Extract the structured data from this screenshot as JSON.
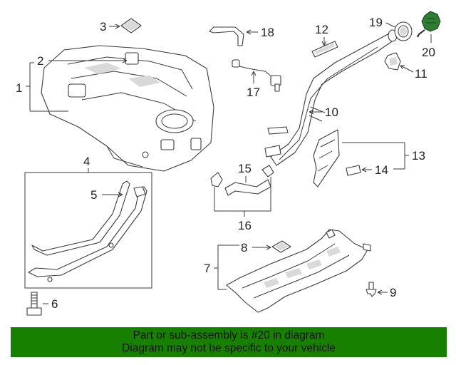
{
  "callouts": {
    "c1": "1",
    "c2": "2",
    "c3": "3",
    "c4": "4",
    "c5": "5",
    "c6": "6",
    "c7": "7",
    "c8": "8",
    "c9": "9",
    "c10": "10",
    "c11": "11",
    "c12": "12",
    "c13": "13",
    "c14": "14",
    "c15": "15",
    "c16": "16",
    "c17": "17",
    "c18": "18",
    "c19": "19",
    "c20": "20"
  },
  "highlight_color": "#2e7d32",
  "banner": {
    "line1": "Part or sub-assembly is #20 in diagram",
    "line2": "Diagram may not be specific to your vehicle",
    "color": "#188000"
  }
}
